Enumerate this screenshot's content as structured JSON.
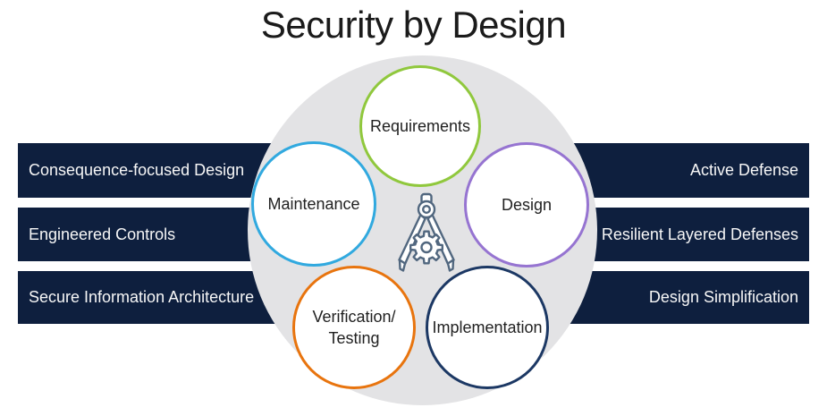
{
  "title": "Security by Design",
  "left_bars": [
    "Consequence-focused Design",
    "Engineered Controls",
    "Secure Information Architecture"
  ],
  "right_bars": [
    "Active Defense",
    "Resilient Layered Defenses",
    "Design Simplification"
  ],
  "phases": [
    {
      "label": "Requirements",
      "color": "#90C83D"
    },
    {
      "label": "Design",
      "color": "#9674D1"
    },
    {
      "label": "Maintenance",
      "color": "#31A9DF"
    },
    {
      "label": "Verification/\nTesting",
      "color": "#E8740E"
    },
    {
      "label": "Implementation",
      "color": "#1C3864"
    }
  ],
  "palette": {
    "bar_background": "#0E1F3E",
    "bar_text": "#F7F7F7",
    "hub_background": "#E3E3E5",
    "icon_outline": "#51677F",
    "title_text": "#1B1B1B"
  },
  "center_icon": "compass-and-gear"
}
